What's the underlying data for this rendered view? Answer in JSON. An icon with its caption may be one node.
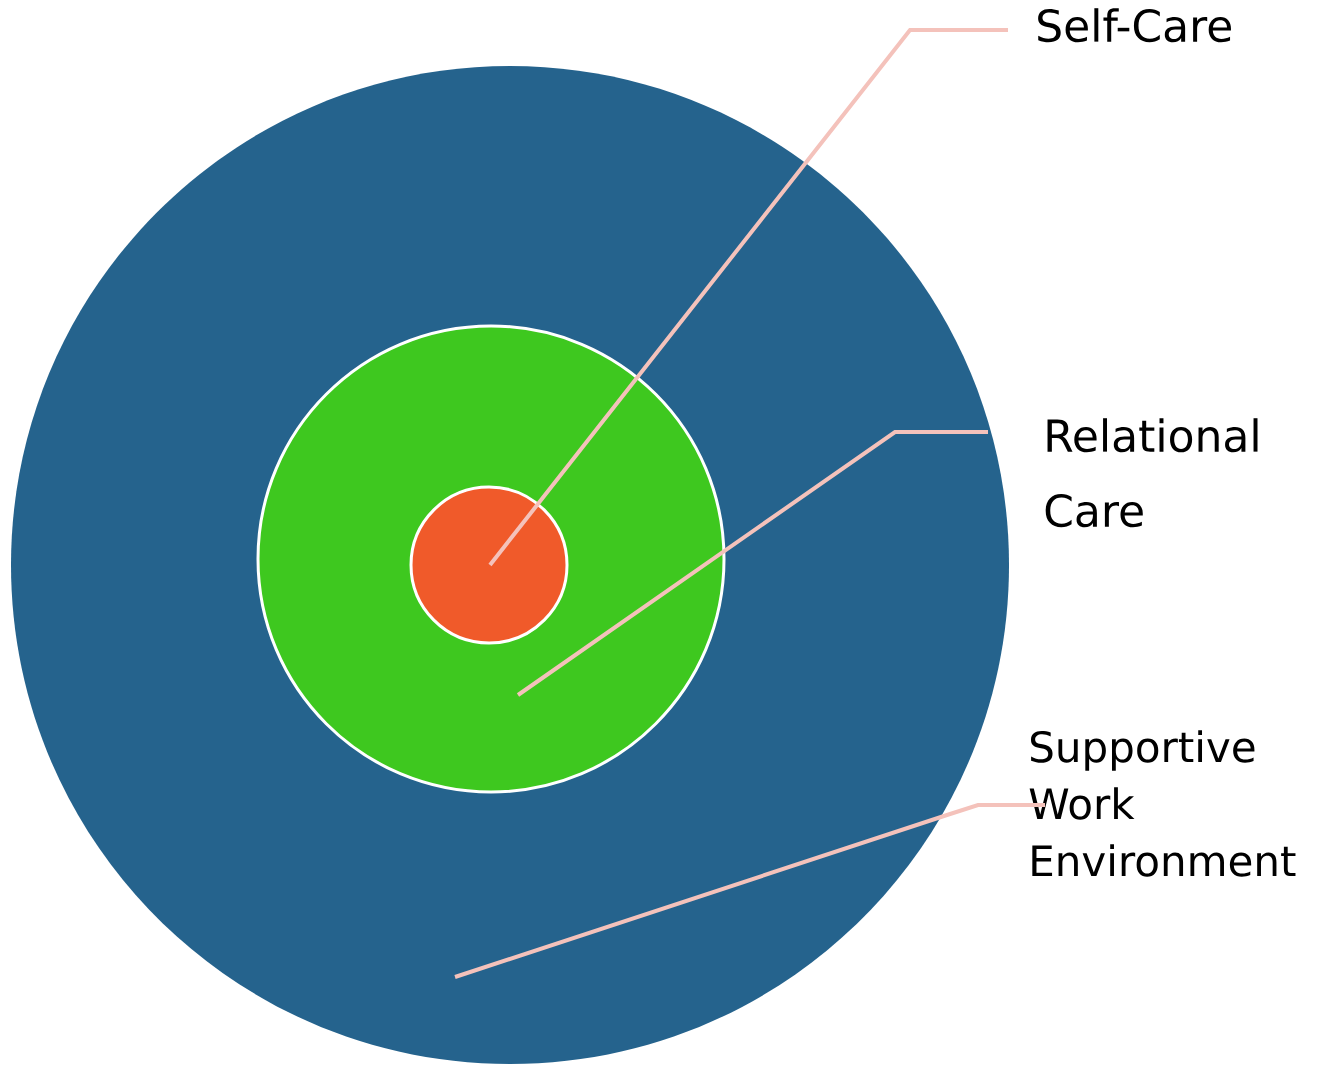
{
  "diagram": {
    "nodes": [
      {
        "text": [],
        "shape": "circle"
      },
      {
        "text": [],
        "shape": "circle",
        "in": 0
      },
      {
        "text": [],
        "shape": "circle",
        "in": 1
      },
      {
        "text": [
          "Self-Care"
        ]
      },
      {
        "text": [
          "Relational Care"
        ]
      },
      {
        "text": [
          "Supportive Work Environment"
        ]
      }
    ],
    "edges": [
      {
        "from": 3,
        "to": 2,
        "arrow": "none"
      },
      {
        "from": 4,
        "to": 1,
        "arrow": "none"
      },
      {
        "from": 5,
        "to": 0,
        "arrow": "none"
      }
    ]
  }
}
